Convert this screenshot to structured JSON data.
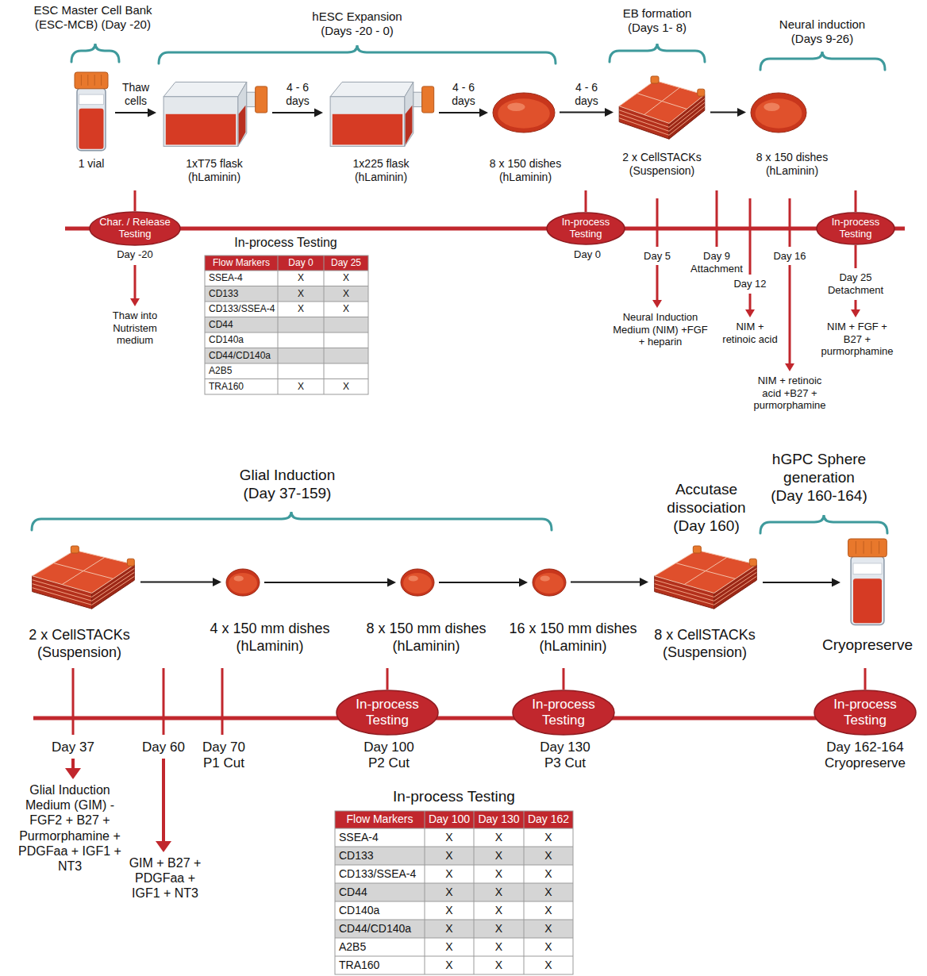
{
  "diagram": {
    "nodes": [
      {
        "text": [
          "1 vial"
        ]
      },
      {
        "text": [
          "1xT75 flask (hLaminin)"
        ]
      },
      {
        "text": [
          "1x225 flask (hLaminin)"
        ]
      },
      {
        "text": [
          "8 x 150 dishes (hLaminin)"
        ]
      },
      {
        "text": [
          "2 x CellSTACKs (Suspension)"
        ]
      },
      {
        "text": [
          "8 x 150 dishes (hLaminin)"
        ]
      },
      {
        "text": [
          "Char. / Release Testing"
        ]
      },
      {
        "text": [
          "In-process Testing"
        ]
      },
      {
        "text": [
          "In-process Testing"
        ]
      },
      {
        "text": [
          "2 x CellSTACKs (Suspension)"
        ]
      },
      {
        "text": [
          "4 x 150 mm dishes (hLaminin)"
        ]
      },
      {
        "text": [
          "8 x 150 mm dishes (hLaminin)"
        ]
      },
      {
        "text": [
          "16 x 150 mm dishes (hLaminin)"
        ]
      },
      {
        "text": [
          "8 x CellSTACKs (Suspension)"
        ]
      },
      {
        "text": [
          "Cryopreserve"
        ]
      },
      {
        "text": [
          "In-process Testing"
        ]
      },
      {
        "text": [
          "In-process Testing"
        ]
      },
      {
        "text": [
          "In-process Testing"
        ]
      }
    ],
    "edges": [
      {
        "from": 0,
        "to": 1,
        "arrow": "to",
        "label": "Thaw cells"
      },
      {
        "from": 1,
        "to": 2,
        "arrow": "to",
        "label": "4 - 6 days"
      },
      {
        "from": 2,
        "to": 3,
        "arrow": "to",
        "label": "4 - 6 days"
      },
      {
        "from": 3,
        "to": 4,
        "arrow": "to",
        "label": "4 - 6 days"
      },
      {
        "from": 4,
        "to": 5,
        "arrow": "to"
      },
      {
        "from": 9,
        "to": 10,
        "arrow": "to"
      },
      {
        "from": 10,
        "to": 11,
        "arrow": "to"
      },
      {
        "from": 11,
        "to": 12,
        "arrow": "to"
      },
      {
        "from": 12,
        "to": 13,
        "arrow": "to"
      },
      {
        "from": 13,
        "to": 14,
        "arrow": "to"
      }
    ],
    "labels": [
      "ESC Master Cell Bank (ESC-MCB) (Day -20)",
      "hESC Expansion (Days -20 - 0)",
      "EB formation (Days 1- 8)",
      "Neural induction (Days 9-26)",
      "Day -20",
      "Thaw into Nutristem medium",
      "Day 0",
      "Day 5",
      "Neural Induction Medium (NIM) +FGF + heparin",
      "Day 9 Attachment",
      "Day 12",
      "NIM + retinoic acid",
      "Day 16",
      "NIM + retinoic acid +B27 + purmorphamine",
      "Day 25 Detachment",
      "NIM + FGF + B27 + purmorphamine",
      "In-process Testing",
      "Flow Markers",
      "Day 0",
      "Day 25",
      "SSEA-4",
      "X",
      "X",
      "CD133",
      "X",
      "X",
      "CD133/SSEA-4",
      "X",
      "X",
      "CD44",
      "CD140a",
      "CD44/CD140a",
      "A2B5",
      "TRA160",
      "X",
      "X",
      "Glial Induction (Day 37-159)",
      "Accutase dissociation (Day 160)",
      "hGPC Sphere generation (Day 160-164)",
      "Day 37",
      "Glial Induction Medium (GIM) - FGF2 + B27 + Purmorphamine + PDGFaa + IGF1 + NT3",
      "Day 60",
      "GIM + B27 + PDGFaa + IGF1 + NT3",
      "Day 70 P1 Cut",
      "Day 100 P2 Cut",
      "Day 130 P3 Cut",
      "Day 162-164 Cryopreserve",
      "In-process Testing",
      "Flow Markers",
      "Day 100",
      "Day 130",
      "Day 162",
      "SSEA-4",
      "X",
      "X",
      "X",
      "CD133",
      "X",
      "X",
      "X",
      "CD133/SSEA-4",
      "X",
      "X",
      "X",
      "CD44",
      "X",
      "X",
      "X",
      "CD140a",
      "X",
      "X",
      "X",
      "CD44/CD140a",
      "X",
      "X",
      "X",
      "A2B5",
      "X",
      "X",
      "X",
      "TRA160",
      "X",
      "X",
      "X"
    ]
  }
}
